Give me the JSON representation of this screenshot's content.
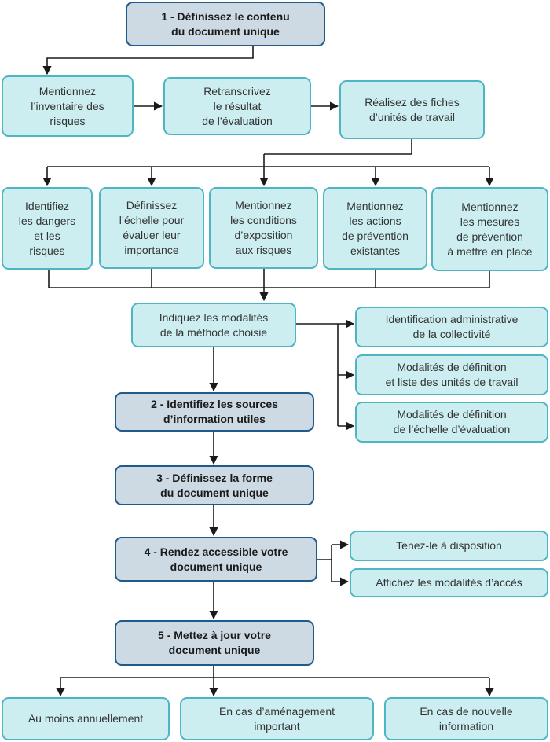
{
  "colors": {
    "step_fill": "#cdd9e3",
    "step_border": "#1e5a8c",
    "sub_fill": "#cdeef1",
    "sub_border": "#4eb5c3",
    "connector": "#1a1a1a"
  },
  "step1": {
    "label": "1 - Définissez le contenu\ndu document unique"
  },
  "row1": [
    {
      "label": "Mentionnez\nl’inventaire des\nrisques"
    },
    {
      "label": "Retranscrivez\nle résultat\nde l’évaluation"
    },
    {
      "label": "Réalisez des fiches\nd’unités de travail"
    }
  ],
  "row2": [
    {
      "label": "Identifiez\nles dangers\net les\nrisques"
    },
    {
      "label": "Définissez\nl’échelle pour\névaluer leur\nimportance"
    },
    {
      "label": "Mentionnez\nles conditions\nd’exposition\naux risques"
    },
    {
      "label": "Mentionnez\nles actions\nde prévention\nexistantes"
    },
    {
      "label": "Mentionnez\nles mesures\nde prévention\nà mettre en place"
    }
  ],
  "methods": {
    "label": "Indiquez les modalités\nde la méthode choisie",
    "details": [
      {
        "label": "Identification administrative\nde la collectivité"
      },
      {
        "label": "Modalités de définition\net liste des unités de travail"
      },
      {
        "label": "Modalités de définition\nde l’échelle d’évaluation"
      }
    ]
  },
  "step2": {
    "label": "2 - Identifiez les sources\nd’information utiles"
  },
  "step3": {
    "label": "3 - Définissez la forme\ndu document unique"
  },
  "step4": {
    "label": "4 - Rendez accessible votre\ndocument unique",
    "options": [
      {
        "label": "Tenez-le à disposition"
      },
      {
        "label": "Affichez les modalités d’accès"
      }
    ]
  },
  "step5": {
    "label": "5 - Mettez à jour votre\ndocument unique",
    "triggers": [
      {
        "label": "Au moins annuellement"
      },
      {
        "label": "En cas d’aménagement\nimportant"
      },
      {
        "label": "En cas de nouvelle\ninformation"
      }
    ]
  }
}
